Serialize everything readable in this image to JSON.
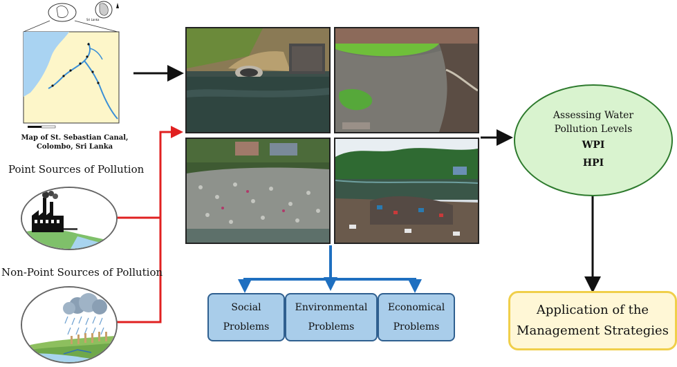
{
  "map": {
    "caption_line1": "Map of St. Sebastian Canal,",
    "caption_line2": "Colombo, Sri Lanka",
    "inset_label": "Sri Lanka"
  },
  "sources": {
    "point_label": "Point Sources of Pollution",
    "nonpoint_label": "Non-Point Sources of Pollution"
  },
  "problems": [
    {
      "line1": "Social",
      "line2": "Problems"
    },
    {
      "line1": "Environmental",
      "line2": "Problems"
    },
    {
      "line1": "Economical",
      "line2": "Problems"
    }
  ],
  "assessment": {
    "title_line1": "Assessing Water",
    "title_line2": "Pollution Levels",
    "index1": "WPI",
    "index2": "HPI"
  },
  "application": {
    "line1": "Application of the",
    "line2": "Management Strategies"
  },
  "colors": {
    "red_connector": "#e02020",
    "blue_connector": "#1e6fc0",
    "oval_fill": "#d9f3cf",
    "application_border": "#f0cf4a"
  }
}
